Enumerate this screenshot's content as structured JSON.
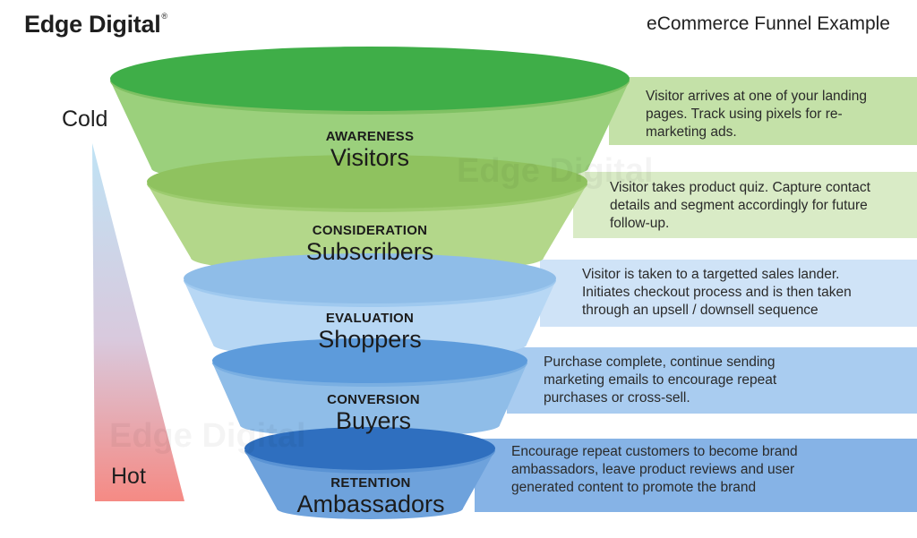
{
  "brand": {
    "name": "Edge Digital",
    "mark": "®"
  },
  "title": "eCommerce Funnel Example",
  "temperature": {
    "top_label": "Cold",
    "bottom_label": "Hot"
  },
  "watermark": "Edge Digital",
  "stages": [
    {
      "stage": "AWARENESS",
      "audience": "Visitors",
      "description": [
        "Visitor arrives at one of your landing",
        "pages. Track using pixels for re-",
        "marketing ads."
      ],
      "colors": {
        "top": "#3fae48",
        "body": "#9bd07c",
        "body_edge": "#7fc163",
        "panel": "#c4e1a8"
      }
    },
    {
      "stage": "CONSIDERATION",
      "audience": "Subscribers",
      "description": [
        "Visitor takes product quiz. Capture contact",
        "details and segment accordingly for future",
        "follow-up."
      ],
      "colors": {
        "top": "#8fc25f",
        "body": "#b3d78a",
        "body_edge": "#9ccb6e",
        "panel": "#d9ebc6"
      }
    },
    {
      "stage": "EVALUATION",
      "audience": "Shoppers",
      "description": [
        "Visitor is taken to a targetted sales lander.",
        "Initiates checkout process and is then taken",
        "through an upsell / downsell sequence"
      ],
      "colors": {
        "top": "#8fbde8",
        "body": "#b7d7f4",
        "body_edge": "#9fc9ef",
        "panel": "#cfe3f7"
      }
    },
    {
      "stage": "CONVERSION",
      "audience": "Buyers",
      "description": [
        "Purchase complete, continue sending",
        "marketing emails to encourage repeat",
        "purchases or cross-sell."
      ],
      "colors": {
        "top": "#5d9bdb",
        "body": "#8fbde8",
        "body_edge": "#7aafe2",
        "panel": "#a9ccf0"
      }
    },
    {
      "stage": "RETENTION",
      "audience": "Ambassadors",
      "description": [
        "Encourage repeat customers to become brand",
        "ambassadors, leave product reviews and user",
        "generated content to promote the brand"
      ],
      "colors": {
        "top": "#2f6fbf",
        "body": "#6ea2dc",
        "body_edge": "#5a93d4",
        "panel": "#86b3e6"
      }
    }
  ]
}
